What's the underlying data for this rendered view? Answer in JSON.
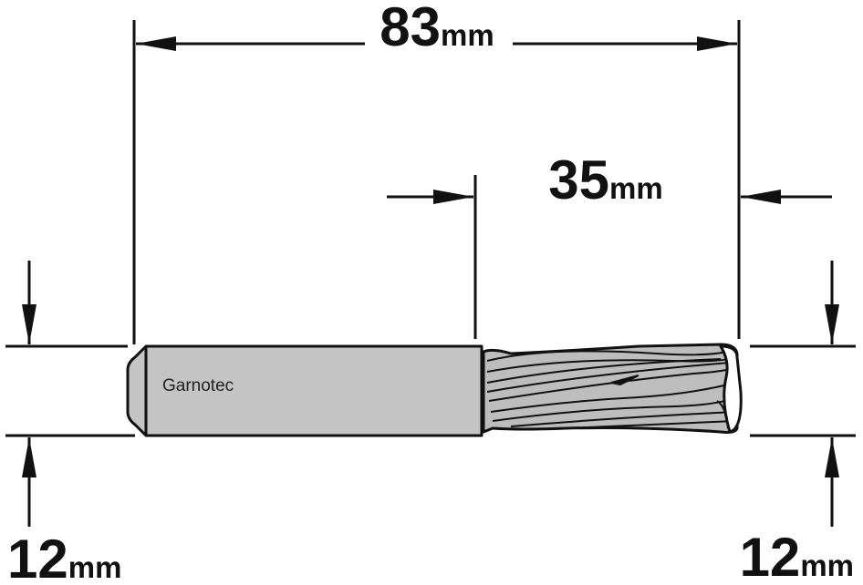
{
  "dimensions": {
    "total_length": {
      "value": "83",
      "unit": "mm"
    },
    "cutting_length": {
      "value": "35",
      "unit": "mm"
    },
    "shank_diameter": {
      "value": "12",
      "unit": "mm"
    },
    "cutting_diameter": {
      "value": "12",
      "unit": "mm"
    }
  },
  "tool": {
    "brand_label": "Garnotec"
  },
  "colors": {
    "line": "#111111",
    "shank_fill": "#c4c4c4",
    "flute_fill": "#bdbdbd",
    "background": "#ffffff"
  }
}
